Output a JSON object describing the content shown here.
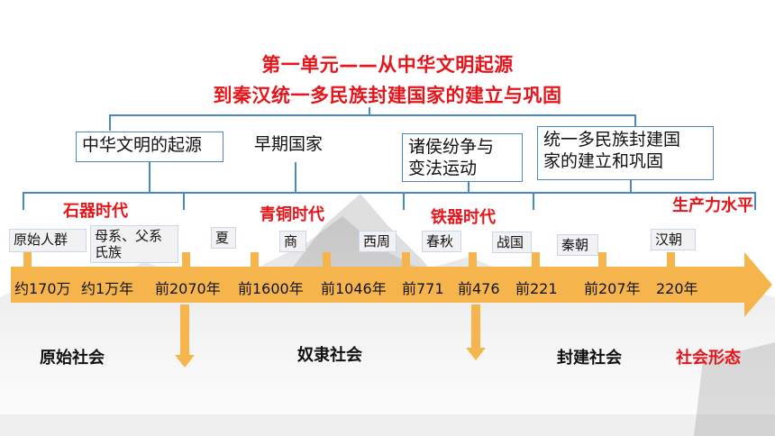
{
  "title": {
    "line1": "第一单元——从中华文明起源",
    "line2": "到秦汉统一多民族封建国家的建立与巩固"
  },
  "stages": [
    {
      "id": "origin",
      "label": "中华文明的起源"
    },
    {
      "id": "early",
      "label": "早期国家"
    },
    {
      "id": "reform",
      "label_line1": "诸侯纷争与",
      "label_line2": "变法运动"
    },
    {
      "id": "unify",
      "label_line1": "统一多民族封建国",
      "label_line2": "家的建立和巩固"
    }
  ],
  "eras": {
    "stone": "石器时代",
    "bronze": "青铜时代",
    "iron": "铁器时代",
    "productivity": "生产力水平"
  },
  "dynasties": {
    "primitive": "原始人群",
    "clan_line1": "母系、父系",
    "clan_line2": "氏族",
    "xia": "夏",
    "shang": "商",
    "western_zhou": "西周",
    "spring_autumn": "春秋",
    "warring_states": "战国",
    "qin": "秦朝",
    "han": "汉朝"
  },
  "timeline_labels": {
    "t1": "约170万",
    "t2": "约1万年",
    "t3": "前2070年",
    "t4": "前1600年",
    "t5": "前1046年",
    "t6": "前771",
    "t7": "前476",
    "t8": "前221",
    "t9": "前207年",
    "t10": "220年"
  },
  "societies": {
    "primitive": "原始社会",
    "slave": "奴隶社会",
    "feudal": "封建社会",
    "form": "社会形态"
  },
  "colors": {
    "title_red": "#e5161b",
    "bracket_blue": "#4a86c8",
    "arrow_orange": "#f6b54c"
  }
}
